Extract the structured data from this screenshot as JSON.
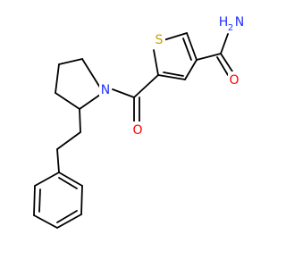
{
  "molecule": {
    "atoms": {
      "sulfur": {
        "symbol": "S",
        "color": "#c9a000"
      },
      "nitrogen": {
        "symbol": "N",
        "color": "#1f32ff"
      },
      "carbonyl_oxygen": {
        "symbol": "O",
        "color": "#ff0000"
      },
      "amide_oxygen": {
        "symbol": "O",
        "color": "#ff0000"
      },
      "amide_nitrogen": {
        "symbol": "N",
        "sub": "2",
        "prefix": "H",
        "color": "#1f32ff"
      }
    },
    "colors": {
      "bond": "#000000",
      "background": "#ffffff"
    }
  }
}
